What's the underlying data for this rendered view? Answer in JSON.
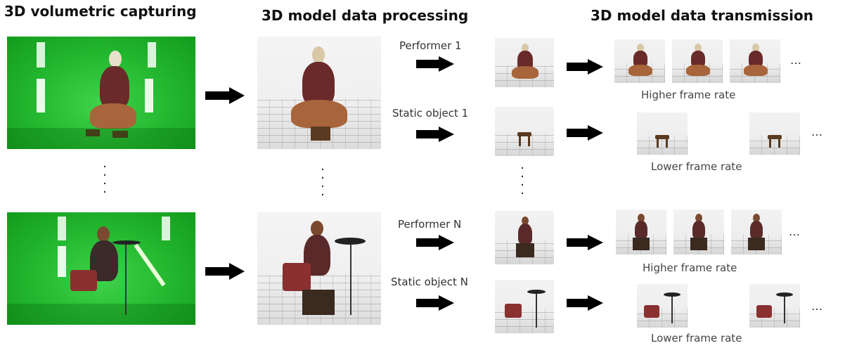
{
  "headings": {
    "capture": "3D volumetric capturing",
    "processing": "3D model data processing",
    "transmission": "3D model data transmission"
  },
  "labels": {
    "performer_1": "Performer 1",
    "static_object_1": "Static object 1",
    "performer_n": "Performer N",
    "static_object_n": "Static object N"
  },
  "rate_notes": {
    "row1": "Higher frame rate",
    "row2": "Lower frame rate",
    "row3": "Higher frame rate",
    "row4": "Lower frame rate"
  },
  "ellipsis": "…",
  "colors": {
    "green_screen": "#22b52e",
    "arrow": "#000000"
  }
}
